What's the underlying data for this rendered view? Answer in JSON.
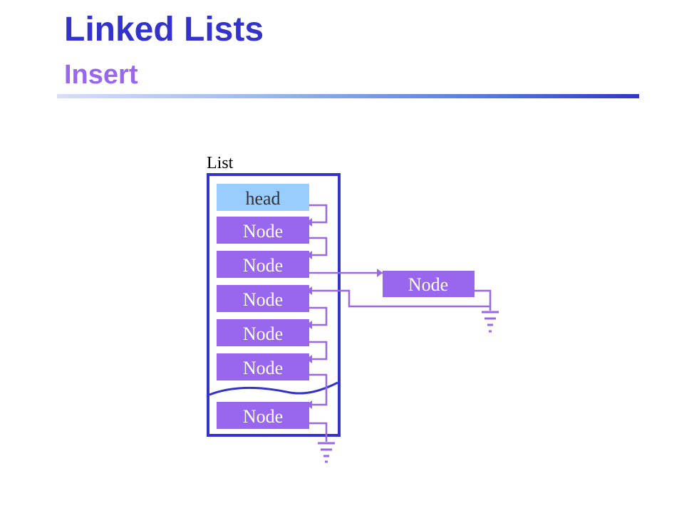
{
  "slide": {
    "title": "Linked Lists",
    "subtitle": "Insert"
  },
  "diagram": {
    "list_label": "List",
    "head_label": "head",
    "nodes": [
      "Node",
      "Node",
      "Node",
      "Node",
      "Node",
      "Node"
    ],
    "inserted_node": "Node"
  },
  "colors": {
    "title": "#3333cc",
    "subtitle": "#9966ee",
    "node_fill": "#9966ee",
    "head_fill": "#99ccff",
    "container_border": "#3333cc",
    "pointer": "#9966ee"
  }
}
